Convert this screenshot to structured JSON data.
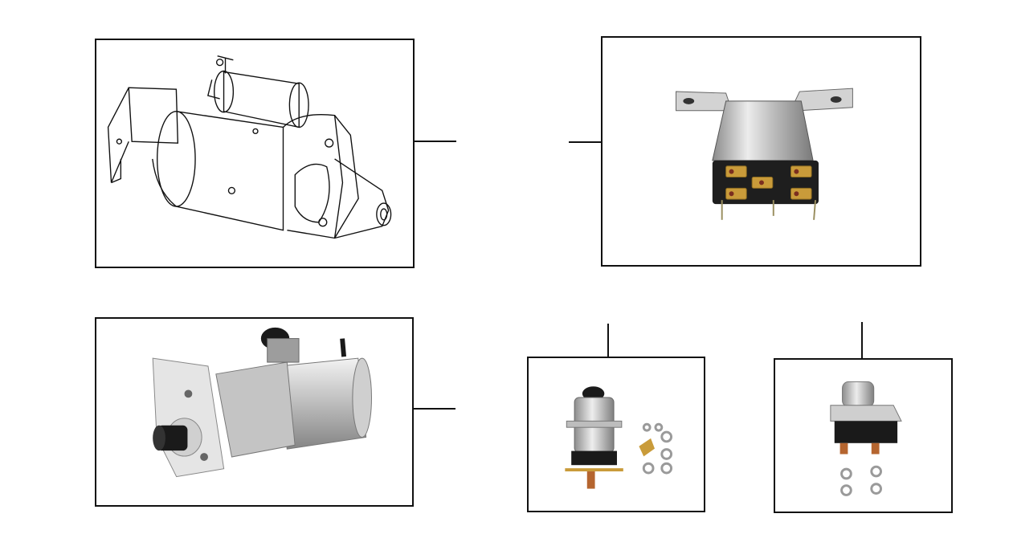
{
  "palette": {
    "line": "#111111",
    "metal_light": "#e6e6e6",
    "metal_mid": "#b9b9b9",
    "metal_dark": "#6e6e6e",
    "terminal_brass": "#c99b3a",
    "terminal_copper": "#b5652f",
    "rubber_black": "#1a1a1a"
  },
  "panels": [
    {
      "id": "starter-motor-drawing",
      "icon": "starter-motor-line-drawing-icon"
    },
    {
      "id": "starter-relay",
      "icon": "starter-relay-icon"
    },
    {
      "id": "hi-torque-starter",
      "icon": "hi-torque-starter-motor-icon"
    },
    {
      "id": "starter-solenoid-kit",
      "icon": "starter-solenoid-kit-icon"
    },
    {
      "id": "remote-solenoid-kit",
      "icon": "remote-solenoid-kit-icon"
    }
  ]
}
